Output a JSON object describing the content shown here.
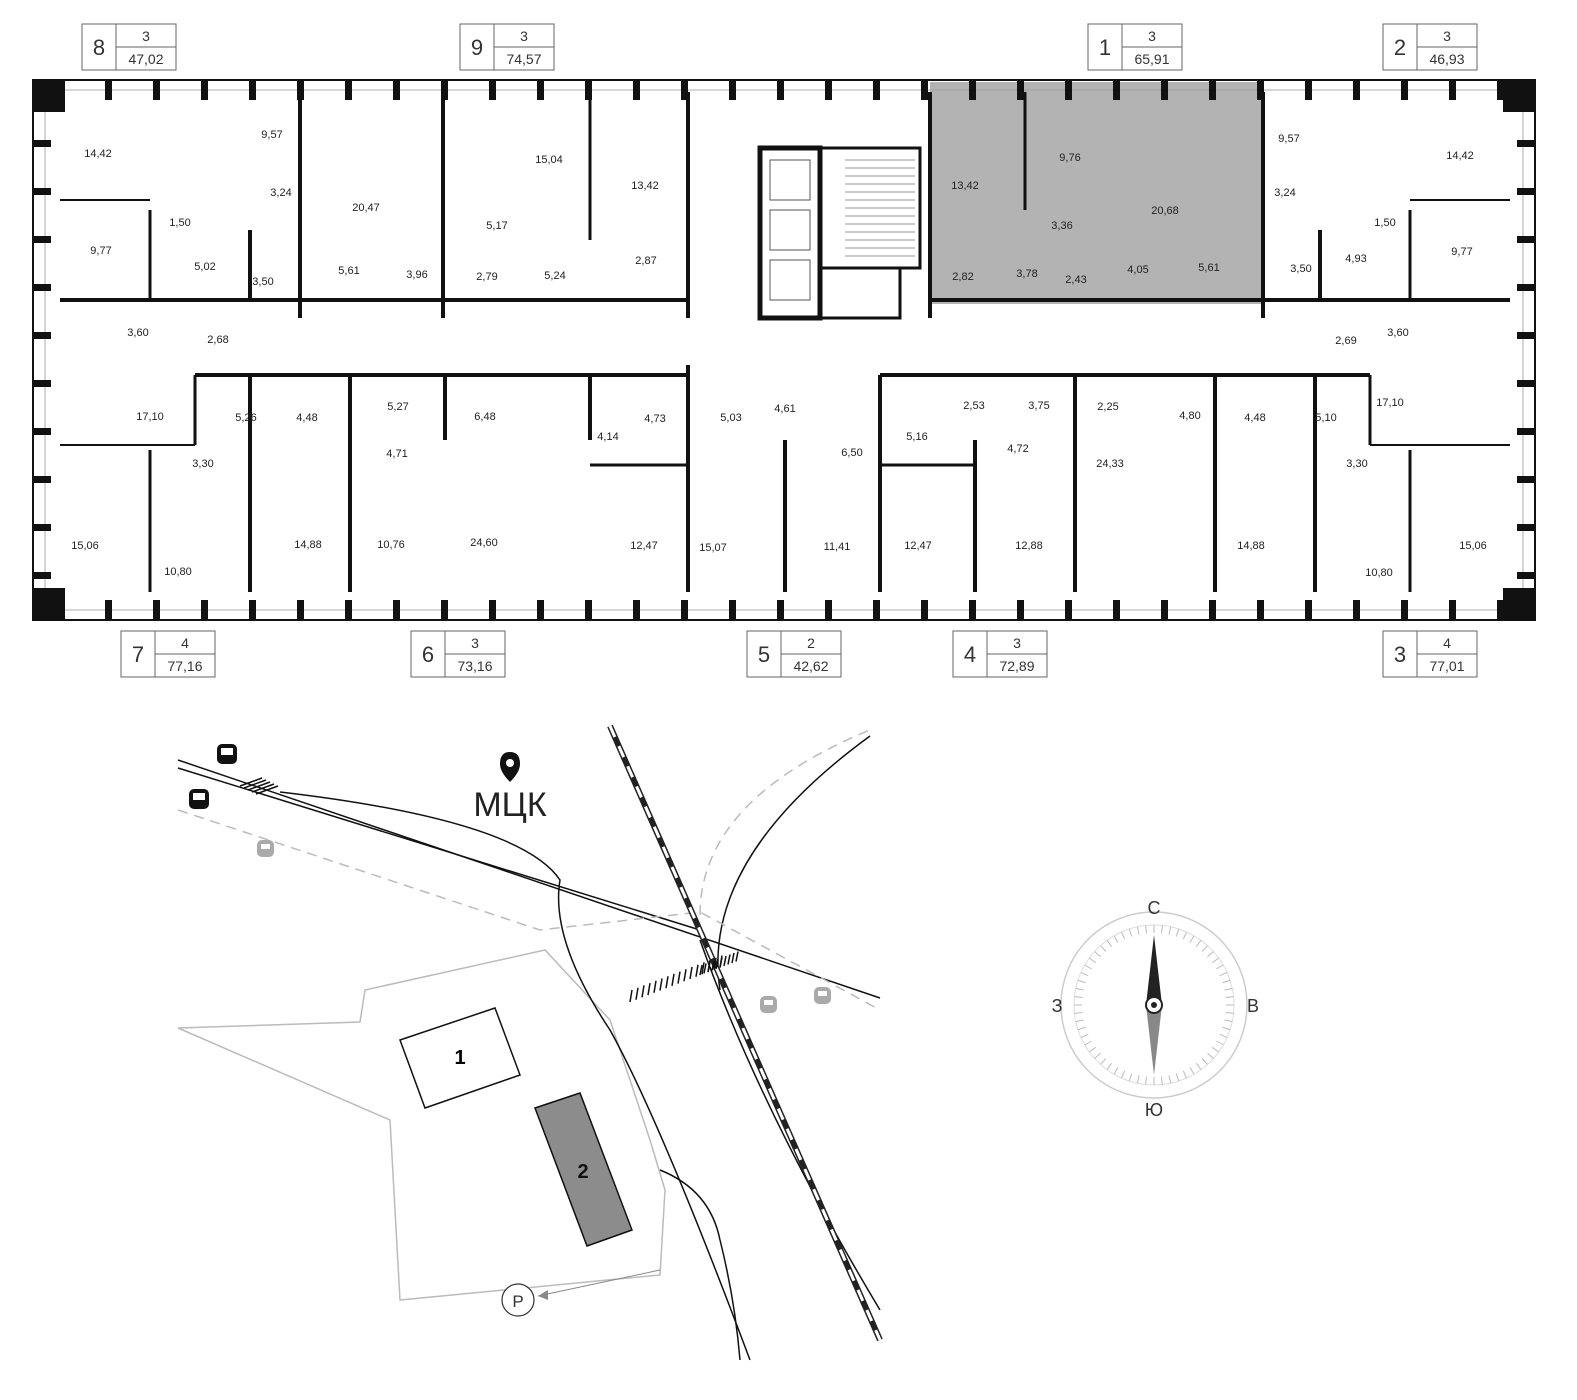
{
  "apartments": [
    {
      "num": "8",
      "rooms": "3",
      "area": "47,02"
    },
    {
      "num": "9",
      "rooms": "3",
      "area": "74,57"
    },
    {
      "num": "1",
      "rooms": "3",
      "area": "65,91",
      "highlighted": true
    },
    {
      "num": "2",
      "rooms": "3",
      "area": "46,93"
    },
    {
      "num": "7",
      "rooms": "4",
      "area": "77,16"
    },
    {
      "num": "6",
      "rooms": "3",
      "area": "73,16"
    },
    {
      "num": "5",
      "rooms": "2",
      "area": "42,62"
    },
    {
      "num": "4",
      "rooms": "3",
      "area": "72,89"
    },
    {
      "num": "3",
      "rooms": "4",
      "area": "77,01"
    }
  ],
  "room_areas": [
    "14,42",
    "9,57",
    "3,24",
    "1,50",
    "9,77",
    "5,02",
    "3,50",
    "3,60",
    "2,68",
    "17,10",
    "20,47",
    "5,61",
    "3,96",
    "15,04",
    "13,42",
    "5,17",
    "2,79",
    "5,24",
    "2,87",
    "13,42",
    "9,76",
    "3,36",
    "20,68",
    "2,82",
    "3,78",
    "2,43",
    "4,05",
    "5,61",
    "9,57",
    "14,42",
    "3,24",
    "1,50",
    "9,77",
    "4,93",
    "3,50",
    "3,60",
    "2,69",
    "17,10",
    "5,26",
    "4,48",
    "5,27",
    "6,48",
    "4,71",
    "4,14",
    "4,73",
    "24,60",
    "3,30",
    "15,06",
    "10,80",
    "14,88",
    "10,76",
    "12,47",
    "5,03",
    "4,61",
    "6,50",
    "15,07",
    "11,41",
    "2,53",
    "5,16",
    "3,75",
    "2,25",
    "4,80",
    "4,48",
    "5,10",
    "4,72",
    "24,33",
    "12,47",
    "12,88",
    "14,88",
    "3,30",
    "10,80",
    "15,06"
  ],
  "map": {
    "station_label": "МЦК",
    "building_1": "1",
    "building_2": "2",
    "parking_label": "Р",
    "compass": {
      "north": "С",
      "south": "Ю",
      "west": "З",
      "east": "В"
    }
  },
  "colors": {
    "highlight": "#b3b3b3",
    "building_2_fill": "#8c8c8c",
    "wall": "#111111"
  }
}
